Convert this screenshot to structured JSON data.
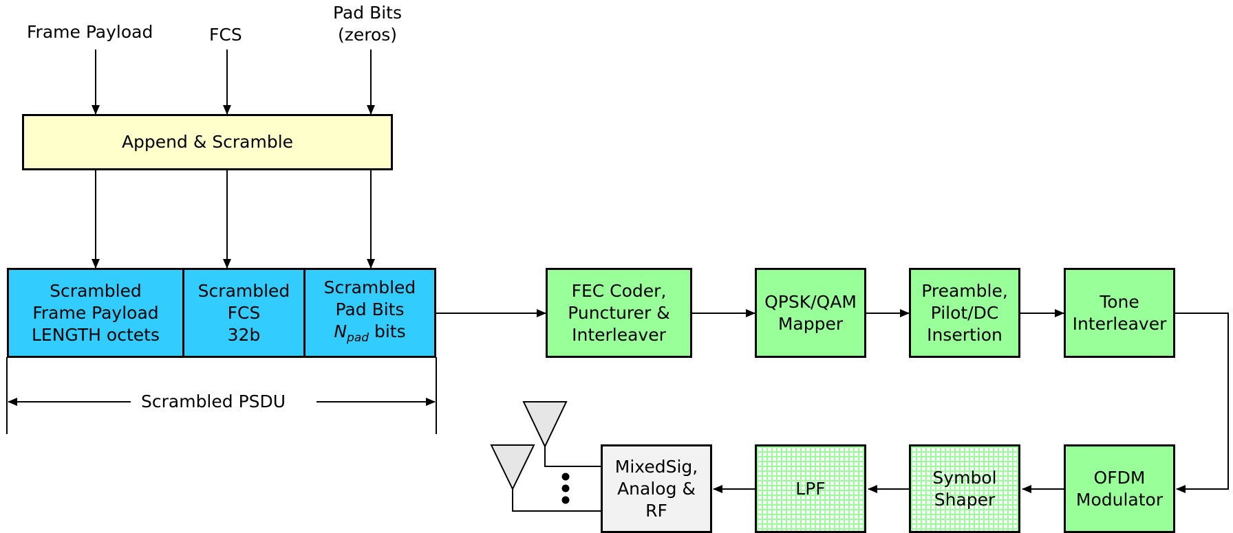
{
  "inputs": {
    "frame_payload": "Frame Payload",
    "fcs": "FCS",
    "pad_bits_line1": "Pad Bits",
    "pad_bits_line2": "(zeros)"
  },
  "append_block": {
    "label": "Append & Scramble"
  },
  "psdu": {
    "payload_lines": [
      "Scrambled",
      "Frame Payload",
      "LENGTH octets"
    ],
    "fcs_lines": [
      "Scrambled",
      "FCS",
      "32b"
    ],
    "pad_lines": [
      "Scrambled",
      "Pad Bits"
    ],
    "pad_symbol": "N",
    "pad_subscript": "pad",
    "pad_suffix": " bits",
    "span_label": "Scrambled PSDU"
  },
  "tx_chain_top": [
    {
      "lines": [
        "FEC Coder,",
        "Puncturer &",
        "Interleaver"
      ]
    },
    {
      "lines": [
        "QPSK/QAM",
        "Mapper"
      ]
    },
    {
      "lines": [
        "Preamble,",
        "Pilot/DC",
        "Insertion"
      ]
    },
    {
      "lines": [
        "Tone",
        "Interleaver"
      ]
    }
  ],
  "tx_chain_bottom": [
    {
      "lines": [
        "OFDM",
        "Modulator"
      ]
    },
    {
      "lines": [
        "Symbol",
        "Shaper"
      ]
    },
    {
      "lines": [
        "LPF"
      ]
    },
    {
      "lines": [
        "MixedSig,",
        "Analog &",
        "RF"
      ]
    }
  ],
  "colors": {
    "append_fill": "#ffffcc",
    "psdu_fill": "#33ccff",
    "block_fill": "#99ff99",
    "hatched_fill": "#99ff99",
    "rf_fill": "#f2f2f2",
    "antenna_fill": "#e6e6e6"
  },
  "icons": [
    "antenna-icon",
    "ellipsis-dots-icon"
  ]
}
